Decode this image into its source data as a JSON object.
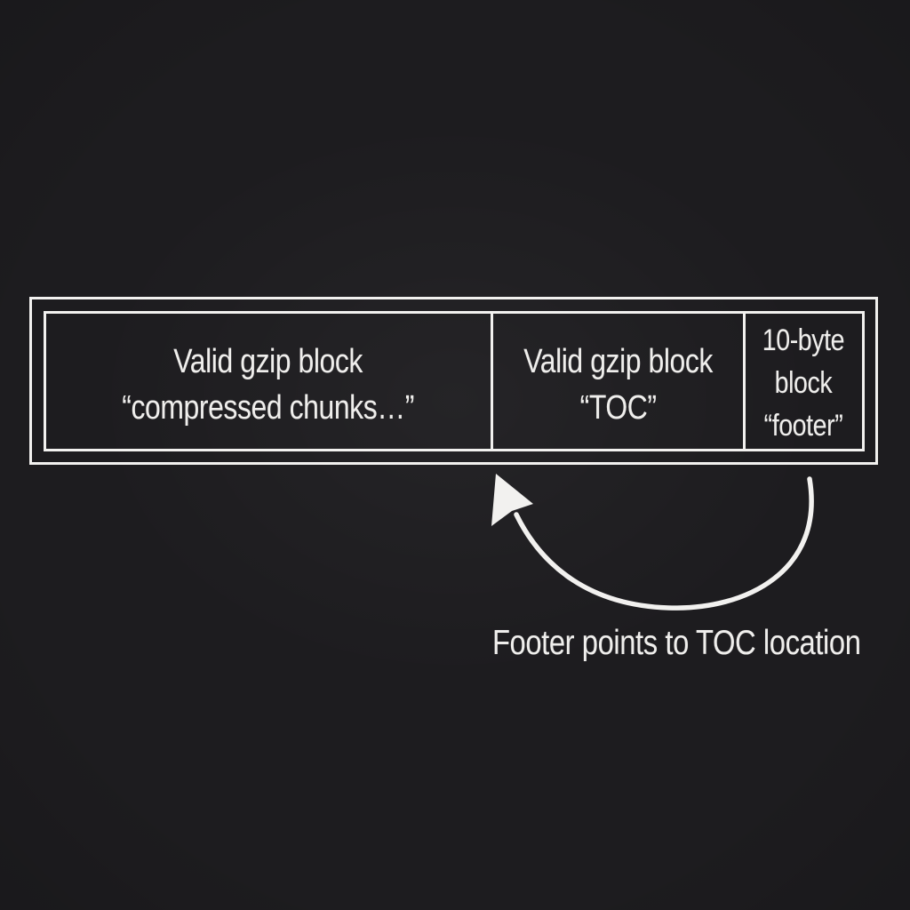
{
  "colors": {
    "background": "#1d1c1f",
    "line": "#f2f1ef",
    "text": "#efeeec"
  },
  "icons": {
    "arrowhead": "cursor-arrow-icon"
  },
  "diagram": {
    "cells": [
      {
        "lines": [
          "Valid gzip block",
          "“compressed chunks…”"
        ]
      },
      {
        "lines": [
          "Valid gzip block",
          "“TOC”"
        ]
      },
      {
        "lines": [
          "10-byte",
          "block",
          "“footer”"
        ]
      }
    ],
    "caption": "Footer points to TOC location"
  }
}
